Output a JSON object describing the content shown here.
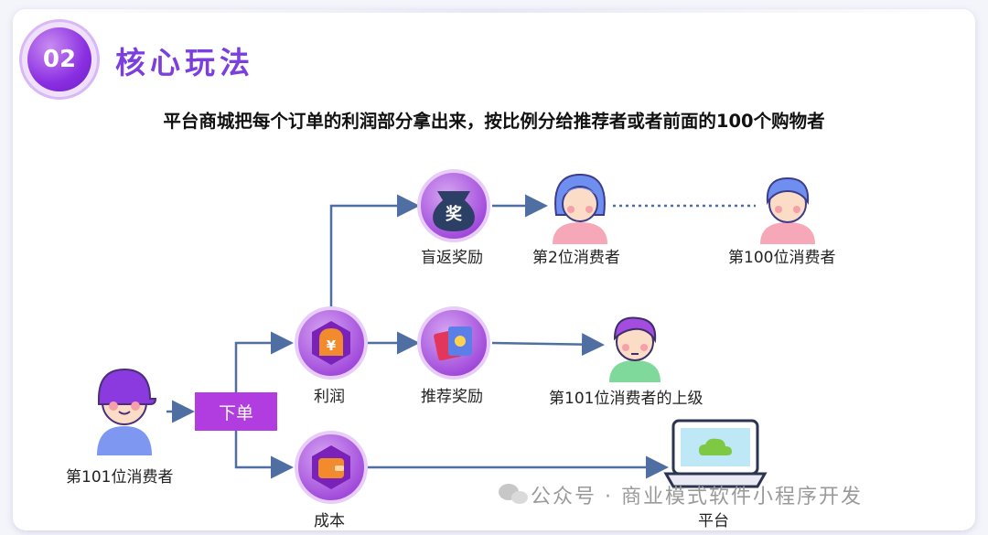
{
  "badge": "02",
  "section_title": "核心玩法",
  "headline": "平台商城把每个订单的利润部分拿出来，按比例分给推荐者或者前面的100个购物者",
  "nodes": {
    "consumer_101": "第101位消费者",
    "order": "下单",
    "profit": "利润",
    "cost": "成本",
    "blind_rebate": "盲返奖励",
    "referral_reward": "推荐奖励",
    "consumer_2": "第2位消费者",
    "consumer_100": "第100位消费者",
    "consumer_101_superior": "第101位消费者的上级",
    "platform": "平台"
  },
  "icon_glyphs": {
    "prize": "奖",
    "yen": "¥"
  },
  "watermark": "公众号 · 商业模式软件小程序开发",
  "colors": {
    "accent": "#8a2ee2",
    "arrow": "#4f6fa3",
    "order_box": "#b13de0",
    "circle": "#a64ad9"
  }
}
